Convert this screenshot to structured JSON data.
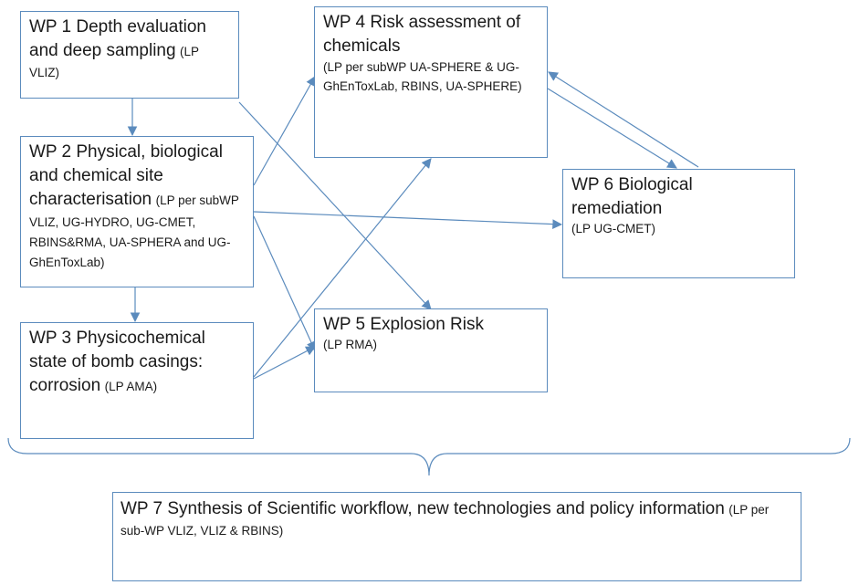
{
  "wp1": {
    "title": "WP 1 Depth evaluation and deep sampling",
    "lead": "(LP VLIZ)"
  },
  "wp2": {
    "title": "WP 2 Physical, biological and chemical site characterisation",
    "lead": "(LP per subWP VLIZ, UG-HYDRO, UG-CMET, RBINS&RMA, UA-SPHERA and UG-GhEnToxLab)"
  },
  "wp3": {
    "title": "WP 3 Physicochemical state of bomb casings: corrosion",
    "lead": "(LP AMA)"
  },
  "wp4": {
    "title": "WP 4 Risk assessment of chemicals",
    "lead": "(LP per subWP UA-SPHERE & UG-GhEnToxLab, RBINS, UA-SPHERE)"
  },
  "wp5": {
    "title": "WP 5 Explosion Risk",
    "lead": "(LP RMA)"
  },
  "wp6": {
    "title": "WP 6 Biological remediation",
    "lead": "(LP UG-CMET)"
  },
  "wp7": {
    "title": "WP 7 Synthesis of Scientific workflow, new technologies and policy information",
    "lead": "(LP per sub-WP VLIZ, VLIZ & RBINS)"
  },
  "colors": {
    "line": "#5b8bbd",
    "text": "#1a1a1a"
  }
}
